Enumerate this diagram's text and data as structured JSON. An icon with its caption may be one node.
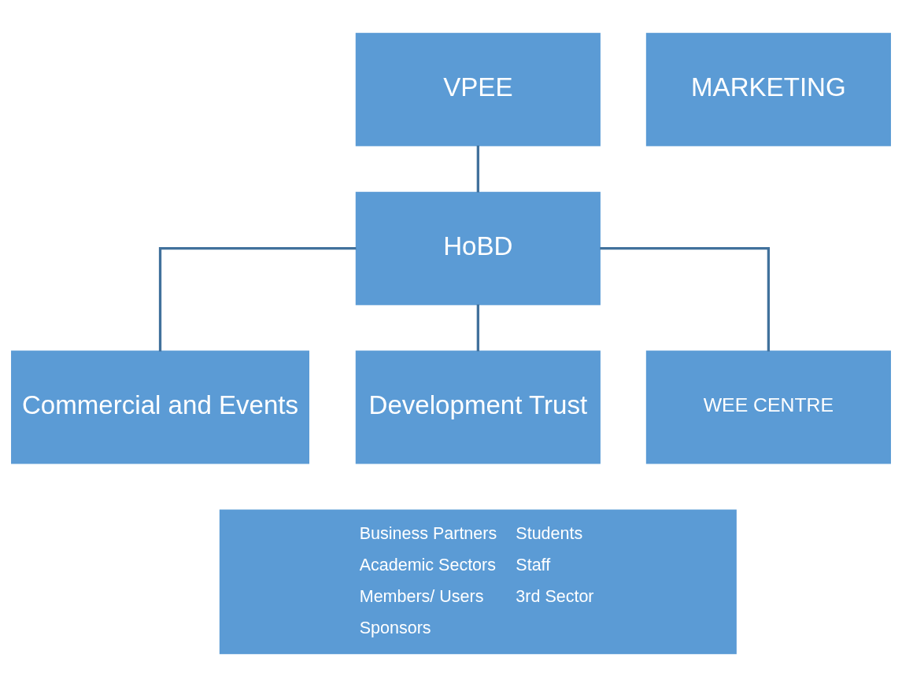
{
  "diagram": {
    "nodes": [
      {
        "text": [
          "VPEE"
        ]
      },
      {
        "text": [
          "MARKETING"
        ]
      },
      {
        "text": [
          "HoBD"
        ]
      },
      {
        "text": [
          "Commercial and Events"
        ]
      },
      {
        "text": [
          "Development Trust"
        ]
      },
      {
        "text": [
          "WEE CENTRE"
        ]
      },
      {
        "text": [
          "Business Partners",
          "Students",
          "Academic Sectors",
          "Staff",
          "Members/ Users",
          "3rd Sector",
          "Sponsors"
        ]
      }
    ],
    "edges": [
      {
        "from": 0,
        "to": 2,
        "arrow": "none"
      },
      {
        "from": 2,
        "to": 3,
        "arrow": "none"
      },
      {
        "from": 2,
        "to": 4,
        "arrow": "none"
      },
      {
        "from": 2,
        "to": 5,
        "arrow": "none"
      }
    ]
  }
}
